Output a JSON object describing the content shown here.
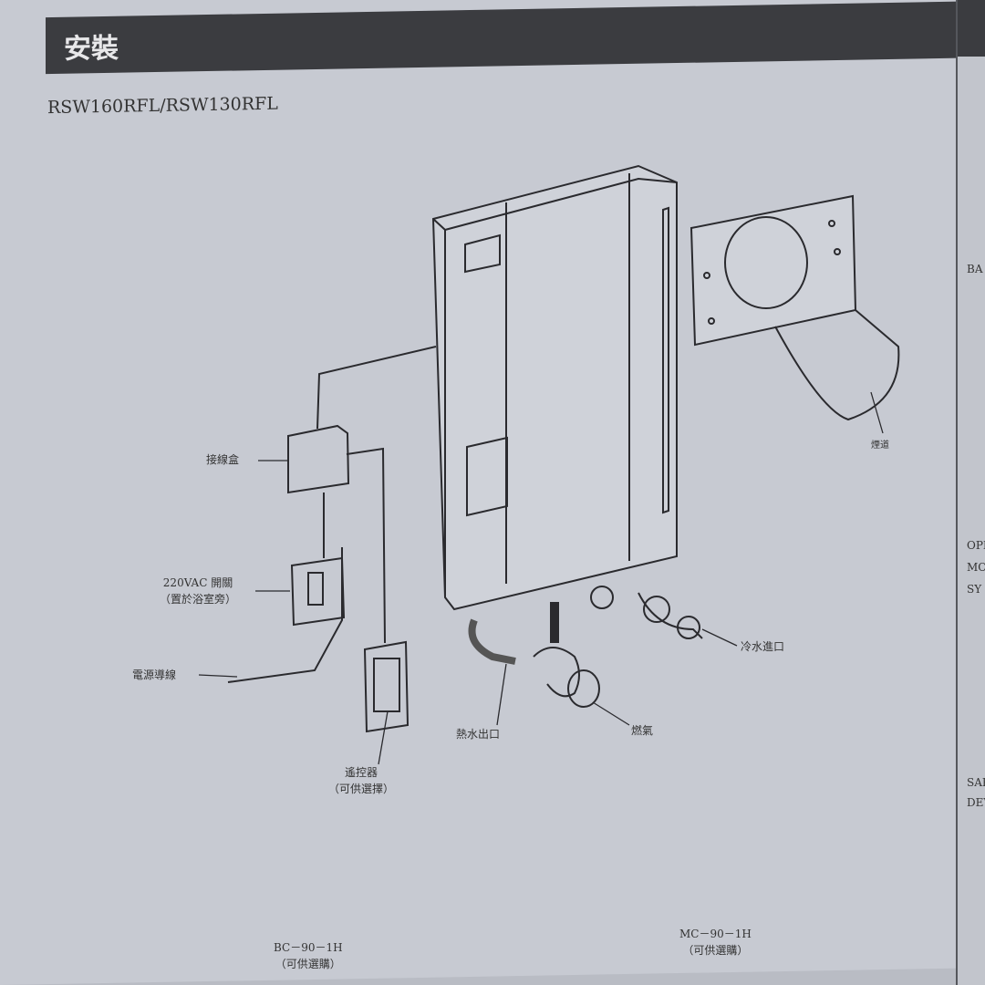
{
  "header": {
    "title": "安裝"
  },
  "model": "RSW160RFL/RSW130RFL",
  "labels": {
    "junction_box": "接線盒",
    "switch_line1": "220VAC 開關",
    "switch_line2": "（置於浴室旁）",
    "power_cord": "電源導線",
    "remote_line1": "遙控器",
    "remote_line2": "（可供選擇）",
    "hot_water_outlet": "熱水出口",
    "gas": "燃氣",
    "cold_water_inlet": "冷水進口",
    "flue": "煙道",
    "bc_model": "BC－90－1H",
    "bc_note": "（可供選購）",
    "mc_model": "MC－90－1H",
    "mc_note": "（可供選購）"
  },
  "right_page": {
    "items": [
      "BA",
      "OPE",
      "MODU",
      "SY",
      "SAFE",
      "DEVI"
    ]
  }
}
